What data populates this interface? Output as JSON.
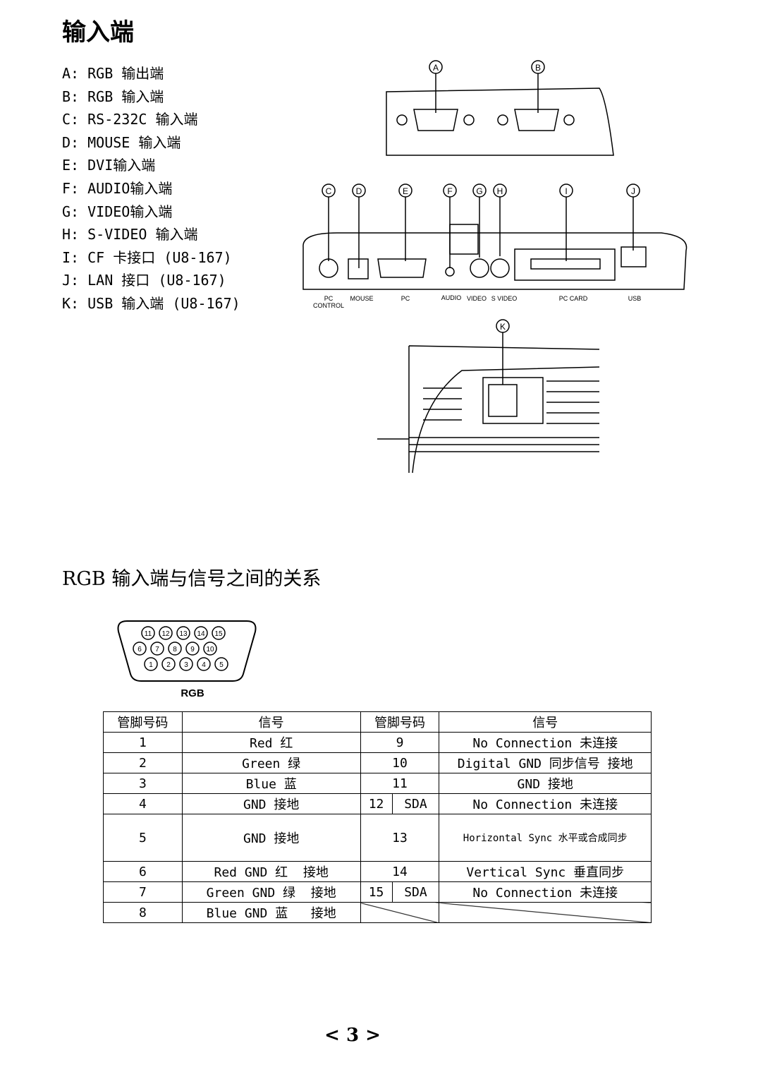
{
  "title": "输入端",
  "ports": [
    "A: RGB 输出端",
    "B: RGB 输入端",
    "C: RS-232C 输入端",
    "D: MOUSE 输入端",
    "E: DVI输入端",
    "F: AUDIO输入端",
    "G: VIDEO输入端",
    "H: S-VIDEO 输入端",
    "I: CF 卡接口 (U8-167)",
    "J: LAN 接口 (U8-167)",
    "K: USB 输入端 (U8-167)"
  ],
  "diagram": {
    "callouts_top": [
      "A",
      "B"
    ],
    "callouts_mid": [
      "C",
      "D",
      "E",
      "F",
      "G",
      "H",
      "I",
      "J"
    ],
    "callout_bottom": "K",
    "labels": [
      "PC CONTROL",
      "MOUSE",
      "PC",
      "AUDIO",
      "VIDEO",
      "S VIDEO",
      "PC CARD",
      "USB"
    ],
    "pc_control_1": "PC",
    "pc_control_2": "CONTROL"
  },
  "section_title": "RGB 输入端与信号之间的关系",
  "connector": {
    "label": "RGB",
    "row1": [
      "11",
      "12",
      "13",
      "14",
      "15"
    ],
    "row2": [
      "6",
      "7",
      "8",
      "9",
      "10"
    ],
    "row3": [
      "1",
      "2",
      "3",
      "4",
      "5"
    ]
  },
  "table": {
    "headers": [
      "管脚号码",
      "信号",
      "管脚号码",
      "信号"
    ],
    "rows": [
      {
        "pin": "1",
        "sig": "Red 红",
        "pin2": "9",
        "sig2": "No Connection 未连接"
      },
      {
        "pin": "2",
        "sig": "Green 绿",
        "pin2": "10",
        "sig2": "Digital GND 同步信号 接地"
      },
      {
        "pin": "3",
        "sig": "Blue 蓝",
        "pin2": "11",
        "sig2": "GND 接地"
      },
      {
        "pin": "4",
        "sig": "GND 接地",
        "pin2": "12",
        "pin2b": "SDA",
        "sig2": "No Connection 未连接"
      },
      {
        "pin": "5",
        "sig": "GND 接地",
        "pin2": "13",
        "sig2": "Horizontal Sync 水平或合成同步"
      },
      {
        "pin": "6",
        "sig": "Red GND 红  接地",
        "pin2": "14",
        "sig2": "Vertical Sync 垂直同步"
      },
      {
        "pin": "7",
        "sig": "Green GND 绿  接地",
        "pin2": "15",
        "pin2b": "SDA",
        "sig2": "No Connection 未连接"
      },
      {
        "pin": "8",
        "sig": "Blue GND 蓝   接地"
      }
    ]
  },
  "page_number": "< 3 >"
}
